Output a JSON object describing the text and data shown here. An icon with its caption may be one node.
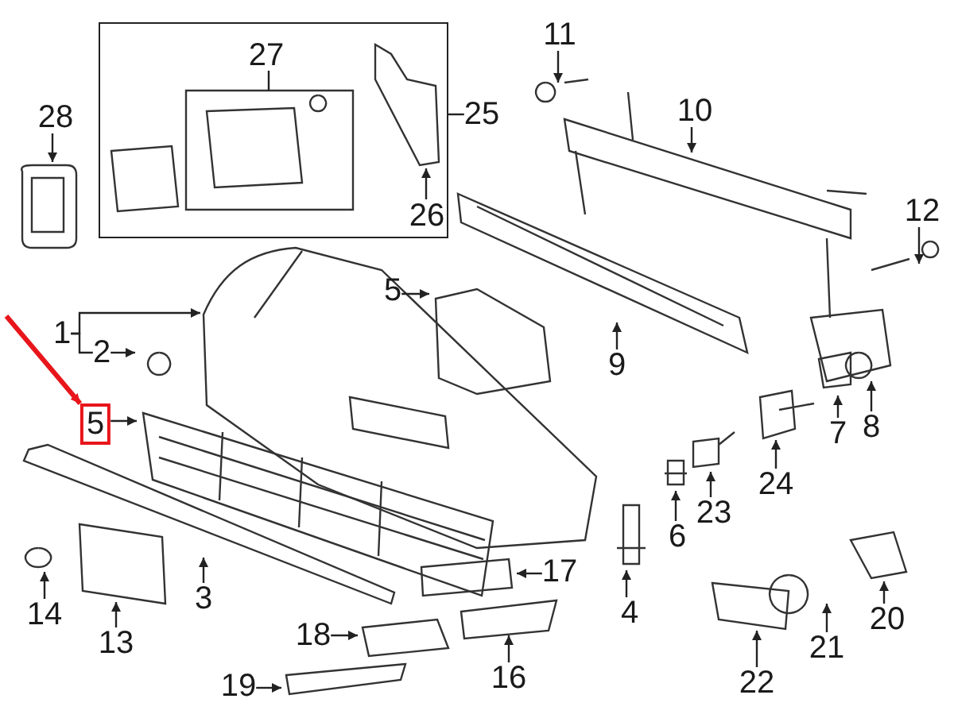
{
  "diagram": {
    "nodes": [
      {
        "text": [],
        "shape": "box"
      },
      {
        "text": [
          "27"
        ],
        "in": 0
      },
      {
        "text": [
          "26"
        ],
        "in": 0
      },
      {
        "text": [
          "25"
        ]
      },
      {
        "text": [
          "28"
        ]
      },
      {
        "text": [
          "11"
        ]
      },
      {
        "text": [
          "10"
        ]
      },
      {
        "text": [
          "12"
        ]
      },
      {
        "text": [
          "5"
        ]
      },
      {
        "text": [
          "1"
        ]
      },
      {
        "text": [
          "2"
        ]
      },
      {
        "text": [
          "9"
        ]
      },
      {
        "text": [
          "5"
        ]
      },
      {
        "text": [
          "7"
        ]
      },
      {
        "text": [
          "8"
        ]
      },
      {
        "text": [
          "24"
        ]
      },
      {
        "text": [
          "23"
        ]
      },
      {
        "text": [
          "6"
        ]
      },
      {
        "text": [
          "14"
        ]
      },
      {
        "text": [
          "3"
        ]
      },
      {
        "text": [
          "17"
        ]
      },
      {
        "text": [
          "4"
        ]
      },
      {
        "text": [
          "13"
        ]
      },
      {
        "text": [
          "18"
        ]
      },
      {
        "text": [
          "16"
        ]
      },
      {
        "text": [
          "21"
        ]
      },
      {
        "text": [
          "20"
        ]
      },
      {
        "text": [
          "19"
        ]
      },
      {
        "text": [
          "22"
        ]
      }
    ],
    "edges": [
      {
        "from": 1,
        "to": null,
        "arrow": "none"
      },
      {
        "from": 2,
        "to": null,
        "arrow": "to"
      },
      {
        "from": 3,
        "to": 0,
        "arrow": "none"
      },
      {
        "from": 4,
        "to": null,
        "arrow": "to"
      },
      {
        "from": 5,
        "to": null,
        "arrow": "to"
      },
      {
        "from": 6,
        "to": null,
        "arrow": "to"
      },
      {
        "from": 7,
        "to": null,
        "arrow": "to"
      },
      {
        "from": 8,
        "to": null,
        "arrow": "to"
      },
      {
        "from": 9,
        "to": null,
        "arrow": "to"
      },
      {
        "from": 9,
        "to": 10,
        "arrow": "none"
      },
      {
        "from": 10,
        "to": null,
        "arrow": "to"
      },
      {
        "from": 11,
        "to": null,
        "arrow": "to"
      },
      {
        "from": 12,
        "to": null,
        "arrow": "to"
      },
      {
        "from": 13,
        "to": null,
        "arrow": "to"
      },
      {
        "from": 14,
        "to": null,
        "arrow": "to"
      },
      {
        "from": 15,
        "to": null,
        "arrow": "to"
      },
      {
        "from": 16,
        "to": null,
        "arrow": "to"
      },
      {
        "from": 17,
        "to": null,
        "arrow": "to"
      },
      {
        "from": 18,
        "to": null,
        "arrow": "to"
      },
      {
        "from": 19,
        "to": null,
        "arrow": "to"
      },
      {
        "from": 20,
        "to": null,
        "arrow": "to"
      },
      {
        "from": 21,
        "to": null,
        "arrow": "to"
      },
      {
        "from": 22,
        "to": null,
        "arrow": "to"
      },
      {
        "from": 23,
        "to": null,
        "arrow": "to"
      },
      {
        "from": 24,
        "to": null,
        "arrow": "to"
      },
      {
        "from": 25,
        "to": null,
        "arrow": "to"
      },
      {
        "from": 26,
        "to": null,
        "arrow": "to"
      },
      {
        "from": 27,
        "to": null,
        "arrow": "to"
      },
      {
        "from": 28,
        "to": null,
        "arrow": "to"
      },
      {
        "from": null,
        "to": 12,
        "arrow": "to",
        "style": "thick",
        "color": "#e8151b"
      }
    ]
  }
}
